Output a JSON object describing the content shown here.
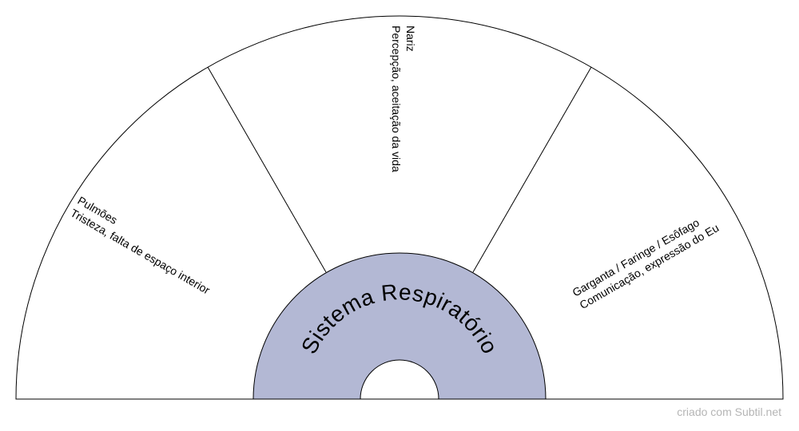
{
  "diagram": {
    "center_label": "Sistema Respiratório",
    "segments": [
      {
        "title": "Pulmões",
        "subtitle": "Tristeza, falta de espaço interior"
      },
      {
        "title": "Nariz",
        "subtitle": "Percepção, aceitação da vida"
      },
      {
        "title": "Garganta / Faringe / Esôfago",
        "subtitle": "Comunicação, expressão do Eu"
      }
    ],
    "colors": {
      "center_fill": "#b3b8d4",
      "outer_fill": "#ffffff",
      "stroke": "#000000"
    }
  },
  "footer": {
    "credit": "criado com Subtil.net"
  }
}
